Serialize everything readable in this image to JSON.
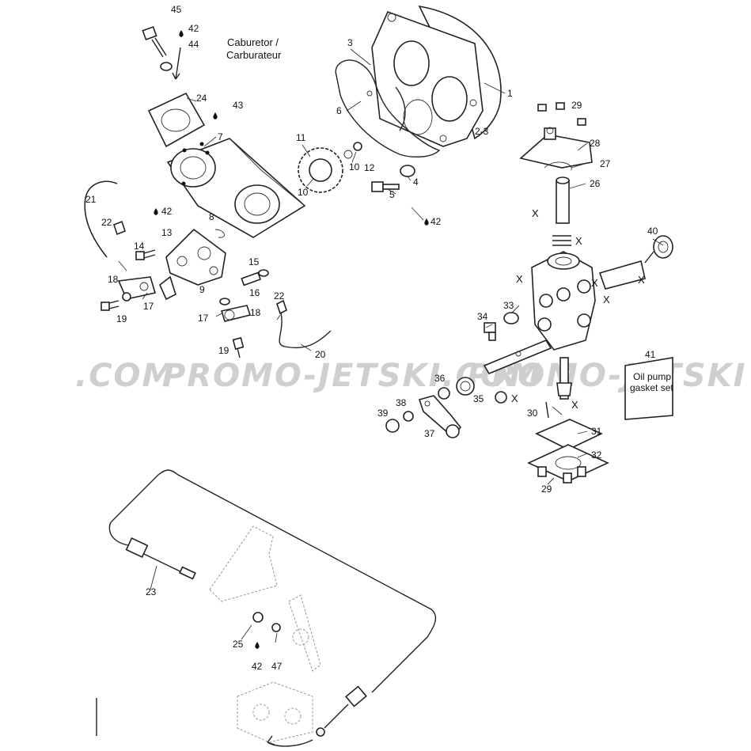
{
  "watermark": {
    "text": "PROMO-JETSKI.COM",
    "left_text": ".COM",
    "mid_text": "PROMO-JETSKI.COM",
    "right_text": "PROMO-JETSKI"
  },
  "carburetor_label": "Caburetor / Carburateur",
  "carburetor_line1": "Caburetor /",
  "carburetor_line2": "Carburateur",
  "gasket_set_label": "Oil pump gasket set",
  "gasket_line1": "Oil pump",
  "gasket_line2": "gasket set",
  "callouts": {
    "c1": "1",
    "c2_3": "2-3",
    "c3": "3",
    "c4": "4",
    "c5": "5",
    "c6": "6",
    "c7": "7",
    "c8": "8",
    "c9": "9",
    "c10a": "10",
    "c10b": "10",
    "c11": "11",
    "c12": "12",
    "c13": "13",
    "c14": "14",
    "c15": "15",
    "c16": "16",
    "c17a": "17",
    "c17b": "17",
    "c18a": "18",
    "c18b": "18",
    "c19a": "19",
    "c19b": "19",
    "c20": "20",
    "c21": "21",
    "c22a": "22",
    "c22b": "22",
    "c23": "23",
    "c24": "24",
    "c25": "25",
    "c26": "26",
    "c27": "27",
    "c28": "28",
    "c29a": "29",
    "c29b": "29",
    "c30": "30",
    "c31": "31",
    "c32": "32",
    "c33": "33",
    "c34": "34",
    "c35": "35",
    "c36": "36",
    "c37": "37",
    "c38": "38",
    "c39": "39",
    "c40": "40",
    "c41": "41",
    "c42a": "42",
    "c42b": "42",
    "c42c": "42",
    "c42d": "42",
    "c43": "43",
    "c44": "44",
    "c45": "45",
    "c47": "47"
  },
  "x_mark": "X"
}
